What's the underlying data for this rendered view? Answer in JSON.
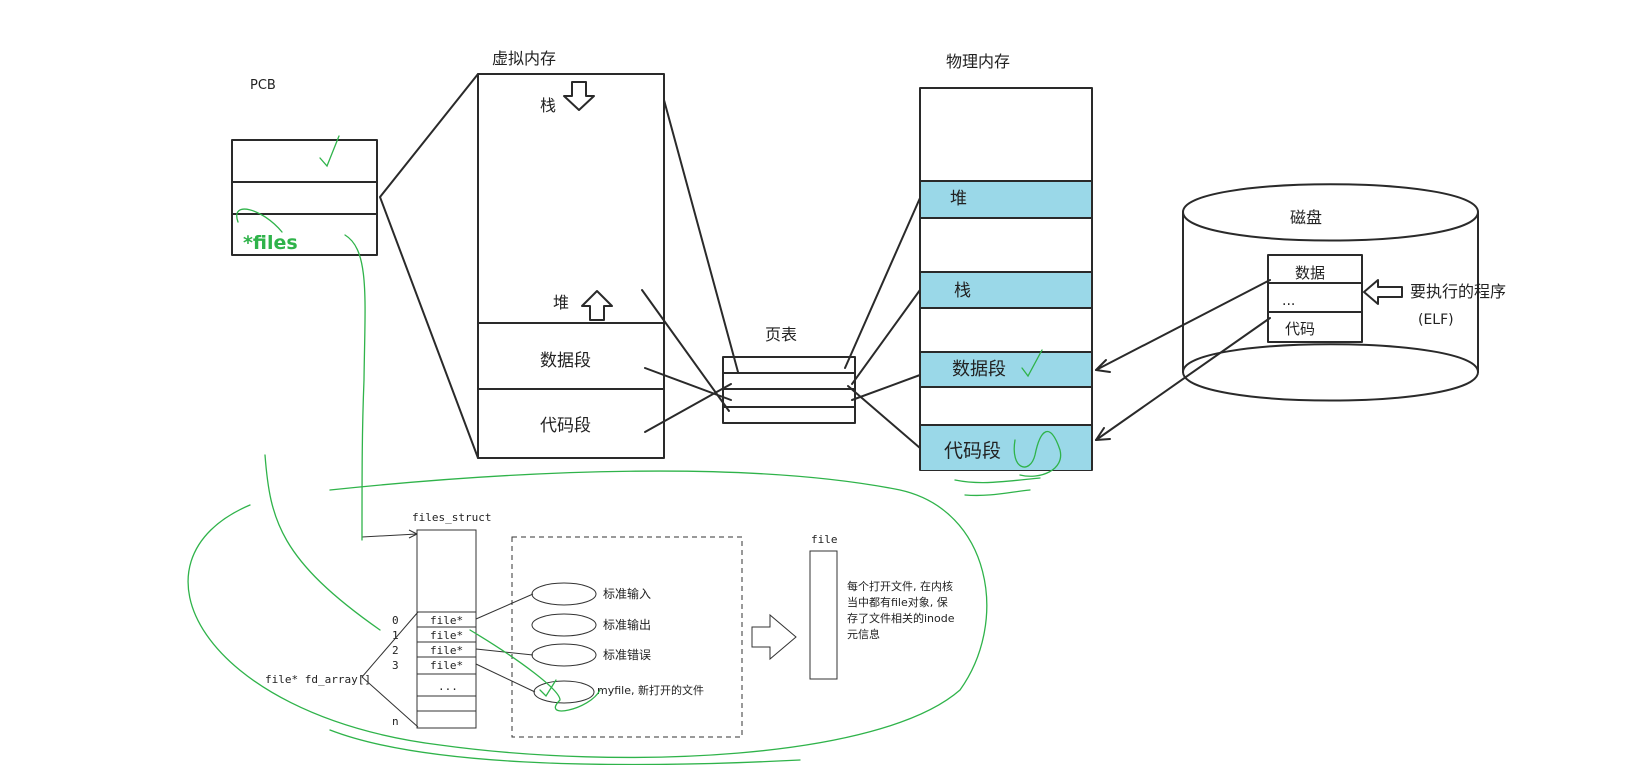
{
  "pcb": {
    "label": "PCB",
    "files_field": "*files"
  },
  "virtual_memory": {
    "title": "虚拟内存",
    "segments": {
      "stack": "栈",
      "heap": "堆",
      "data": "数据段",
      "code": "代码段"
    }
  },
  "page_table": {
    "title": "页表"
  },
  "physical_memory": {
    "title": "物理内存",
    "segments": {
      "heap": "堆",
      "stack": "栈",
      "data": "数据段",
      "code": "代码段"
    },
    "highlight_color": "#9ad8e8"
  },
  "disk": {
    "title": "磁盘",
    "rows": [
      "数据",
      "...",
      "代码"
    ],
    "program_label": "要执行的程序",
    "program_sublabel": "(ELF)"
  },
  "files_struct": {
    "title": "files_struct",
    "array_label": "file* fd_array[]",
    "indices": [
      "0",
      "1",
      "2",
      "3",
      "n"
    ],
    "entries": [
      "file*",
      "file*",
      "file*",
      "file*",
      "..."
    ]
  },
  "open_files": [
    "标准输入",
    "标准输出",
    "标准错误",
    "myfile, 新打开的文件"
  ],
  "file_object": {
    "title": "file",
    "note_lines": [
      "每个打开文件, 在内核",
      "当中都有file对象, 保",
      "存了文件相关的inode",
      "元信息"
    ]
  },
  "colors": {
    "annotation_green": "#2fb34a",
    "ink": "#2a2a2a"
  }
}
